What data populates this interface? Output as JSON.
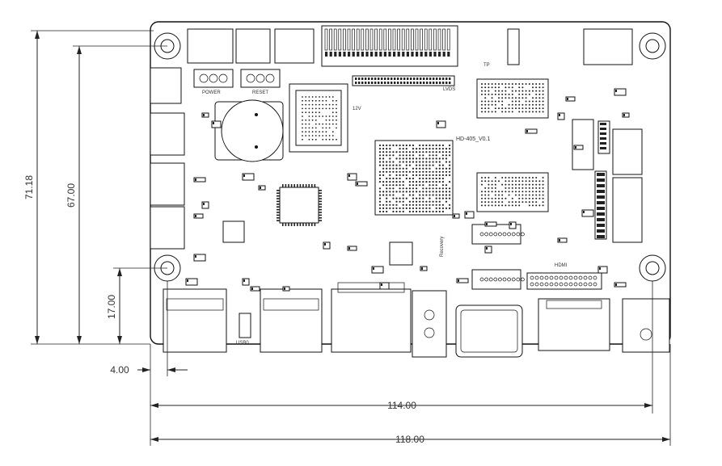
{
  "dimensions": {
    "total_width": "118.00",
    "hole_span_width": "114.00",
    "hole_offset_x": "4.00",
    "total_height": "71.18",
    "hole_span_height": "67.00",
    "hole_offset_y": "17.00"
  },
  "silkscreen": {
    "board_version": "HD-405_V0.1",
    "lvds": "LVDS",
    "tp": "TP",
    "power_12v": "12V",
    "recovery": "Recovery",
    "hdmi": "HDMI",
    "usb0": "USB0",
    "reset": "RESET",
    "power_key": "POWER"
  }
}
